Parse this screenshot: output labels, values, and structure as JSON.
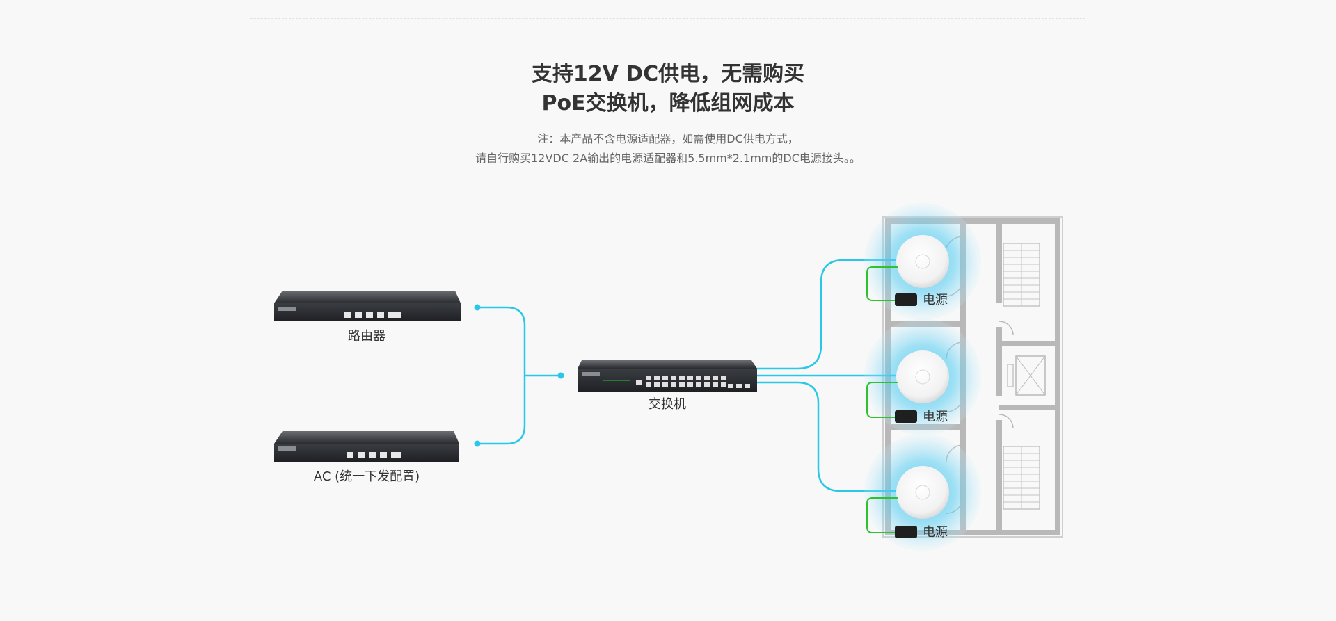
{
  "headline": {
    "line1": "支持12V DC供电，无需购买",
    "line2": "PoE交换机，降低组网成本"
  },
  "note": {
    "line1": "注：本产品不含电源适配器，如需使用DC供电方式，",
    "line2": "请自行购买12VDC 2A输出的电源适配器和5.5mm*2.1mm的DC电源接头。。"
  },
  "devices": {
    "router_label": "路由器",
    "ac_label": "AC (统一下发配置)",
    "switch_label": "交换机"
  },
  "access_points": [
    {
      "power_label": "电源"
    },
    {
      "power_label": "电源"
    },
    {
      "power_label": "电源"
    }
  ],
  "colors": {
    "network_line": "#29c8e8",
    "power_line": "#2ec22e",
    "text_dark": "#333333",
    "text_note": "#666666",
    "floorplan_wall": "#b8b8b8",
    "signal_glow": "#7fdcf5"
  }
}
